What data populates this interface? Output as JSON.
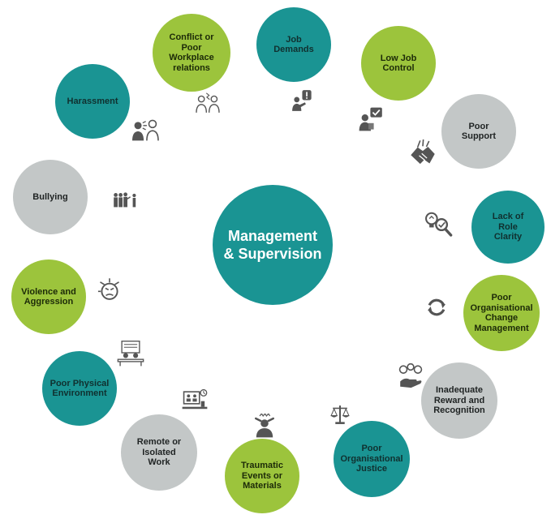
{
  "center": {
    "label": "Management\n& Supervision",
    "color": "#1a9493"
  },
  "colors": {
    "teal": "#1a9493",
    "green": "#9cc43c",
    "grey": "#c3c7c7",
    "icon": "#555555"
  },
  "hazards": [
    {
      "label": "Job\nDemands",
      "color": "teal",
      "icon": "worker-alert-icon"
    },
    {
      "label": "Low Job\nControl",
      "color": "green",
      "icon": "person-checklist-icon"
    },
    {
      "label": "Poor\nSupport",
      "color": "grey",
      "icon": "handshake-icon"
    },
    {
      "label": "Lack of\nRole\nClarity",
      "color": "teal",
      "icon": "lightbulb-magnifier-icon"
    },
    {
      "label": "Poor\nOrganisational\nChange\nManagement",
      "color": "green",
      "icon": "refresh-arrows-icon"
    },
    {
      "label": "Inadequate\nReward and\nRecognition",
      "color": "grey",
      "icon": "reward-hand-icon"
    },
    {
      "label": "Poor\nOrganisational\nJustice",
      "color": "teal",
      "icon": "scales-icon"
    },
    {
      "label": "Traumatic\nEvents or\nMaterials",
      "color": "green",
      "icon": "stressed-person-icon"
    },
    {
      "label": "Remote or\nIsolated\nWork",
      "color": "grey",
      "icon": "video-call-desk-icon"
    },
    {
      "label": "Poor Physical\nEnvironment",
      "color": "teal",
      "icon": "workstation-icon"
    },
    {
      "label": "Violence and\nAggression",
      "color": "green",
      "icon": "angry-face-icon"
    },
    {
      "label": "Bullying",
      "color": "grey",
      "icon": "group-bullying-icon"
    },
    {
      "label": "Harassment",
      "color": "teal",
      "icon": "people-shouting-icon"
    },
    {
      "label": "Conflict or\nPoor\nWorkplace\nrelations",
      "color": "green",
      "icon": "people-conflict-icon"
    }
  ]
}
